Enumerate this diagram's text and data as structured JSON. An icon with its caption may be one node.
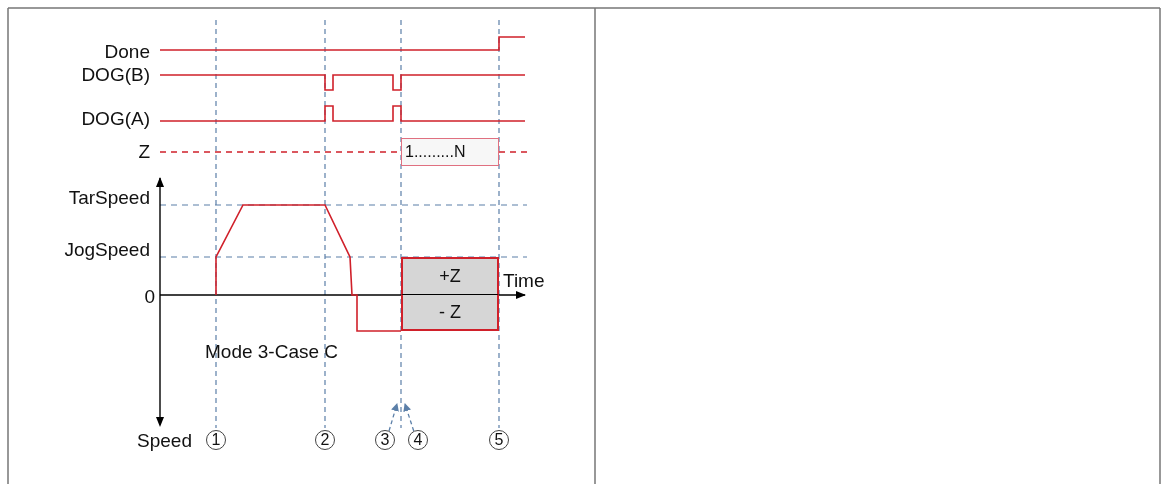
{
  "diagram": {
    "nodes": [
      {
        "text": [
          "1"
        ]
      },
      {
        "text": [
          "2"
        ]
      },
      {
        "text": [
          "3"
        ]
      },
      {
        "text": [
          "4"
        ]
      },
      {
        "text": [
          "5"
        ]
      },
      {
        "text": [
          "1.........N"
        ]
      },
      {
        "text": [
          "+Z"
        ]
      },
      {
        "text": [
          "- Z"
        ]
      }
    ],
    "edges": [
      {
        "from": 2,
        "to": null,
        "arrow": "to",
        "style": "dashed"
      },
      {
        "from": 3,
        "to": null,
        "arrow": "to",
        "style": "dashed"
      }
    ],
    "labels": [
      "Done",
      "DOG(B)",
      "DOG(A)",
      "Z",
      "TarSpeed",
      "JogSpeed",
      "0",
      "Time",
      "Mode 3-Case C",
      "Speed"
    ]
  }
}
